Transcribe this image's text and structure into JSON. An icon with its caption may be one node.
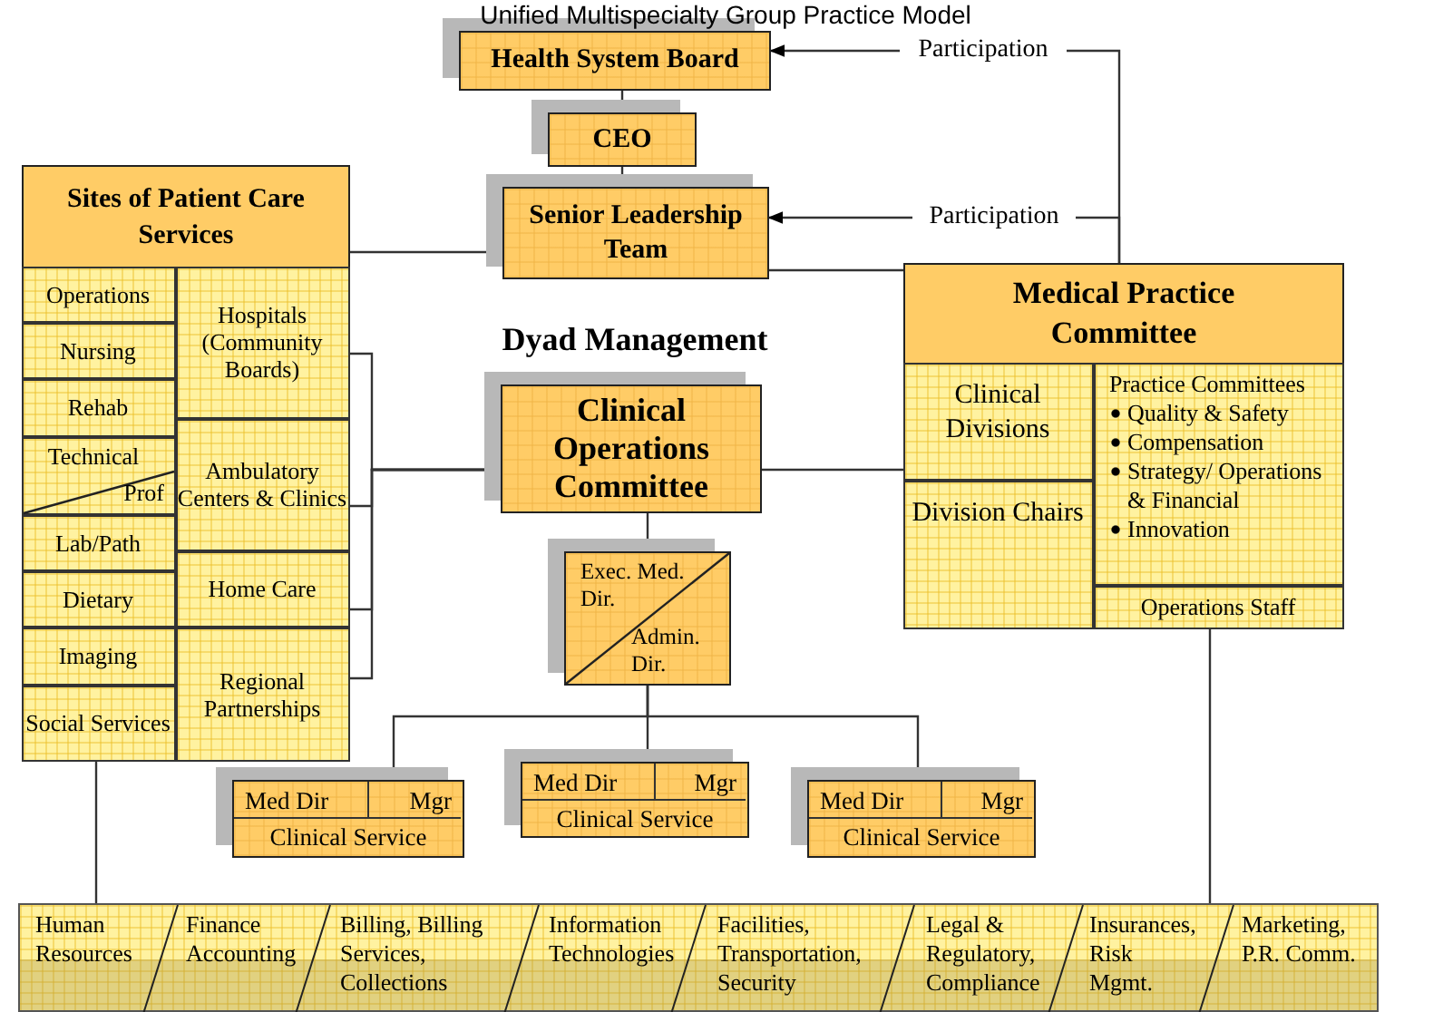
{
  "diagram": {
    "title": "Unified Multispecialty Group Practice Model",
    "nodes": [
      {
        "text": [
          "Health System Board"
        ]
      },
      {
        "text": [
          "CEO"
        ]
      },
      {
        "text": [
          "Senior Leadership Team"
        ]
      },
      {
        "text": [
          "Participation"
        ]
      },
      {
        "text": [
          "Participation"
        ]
      },
      {
        "text": [
          "Sites of Patient Care Services"
        ]
      },
      {
        "text": [
          "Operations"
        ],
        "in": 5
      },
      {
        "text": [
          "Nursing"
        ],
        "in": 5
      },
      {
        "text": [
          "Rehab"
        ],
        "in": 5
      },
      {
        "text": [
          "Technical",
          "Prof"
        ],
        "in": 5
      },
      {
        "text": [
          "Lab/Path"
        ],
        "in": 5
      },
      {
        "text": [
          "Dietary"
        ],
        "in": 5
      },
      {
        "text": [
          "Imaging"
        ],
        "in": 5
      },
      {
        "text": [
          "Social Services"
        ],
        "in": 5
      },
      {
        "text": [
          "Hospitals (Community Boards)"
        ],
        "in": 5
      },
      {
        "text": [
          "Ambulatory Centers & Clinics"
        ],
        "in": 5
      },
      {
        "text": [
          "Home Care"
        ],
        "in": 5
      },
      {
        "text": [
          "Regional Partnerships"
        ],
        "in": 5
      },
      {
        "text": [
          "Clinical Operations Committee"
        ]
      },
      {
        "text": [
          "Exec. Med. Dir.",
          "Admin. Dir."
        ]
      },
      {
        "text": [
          "Medical Practice Committee"
        ]
      },
      {
        "text": [
          "Clinical Divisions"
        ],
        "in": 20
      },
      {
        "text": [
          "Division Chairs"
        ],
        "in": 20
      },
      {
        "text": [
          "Practice Committees",
          "Quality & Safety",
          "Compensation",
          "Strategy/ Operations & Financial",
          "Innovation"
        ],
        "in": 20
      },
      {
        "text": [
          "Operations Staff"
        ],
        "in": 20
      },
      {
        "text": [
          "Med Dir",
          "Mgr",
          "Clinical Service"
        ]
      },
      {
        "text": [
          "Med Dir",
          "Mgr",
          "Clinical Service"
        ]
      },
      {
        "text": [
          "Med Dir",
          "Mgr",
          "Clinical Service"
        ]
      },
      {
        "text": [],
        "shape": "bar"
      },
      {
        "text": [
          "Human Resources"
        ],
        "in": 28
      },
      {
        "text": [
          "Finance Accounting"
        ],
        "in": 28
      },
      {
        "text": [
          "Billing, Billing Services, Collections"
        ],
        "in": 28
      },
      {
        "text": [
          "Information Technologies"
        ],
        "in": 28
      },
      {
        "text": [
          "Facilities, Transportation, Security"
        ],
        "in": 28
      },
      {
        "text": [
          "Legal & Regulatory, Compliance"
        ],
        "in": 28
      },
      {
        "text": [
          "Insurances, Risk Mgmt."
        ],
        "in": 28
      },
      {
        "text": [
          "Marketing, P.R. Comm."
        ],
        "in": 28
      }
    ],
    "edges": [
      {
        "from": 0,
        "to": 1,
        "arrow": "none"
      },
      {
        "from": 1,
        "to": 2,
        "arrow": "none"
      },
      {
        "from": 3,
        "to": 0,
        "arrow": "to"
      },
      {
        "from": 4,
        "to": 2,
        "arrow": "to"
      },
      {
        "from": 20,
        "to": 3,
        "arrow": "none"
      },
      {
        "from": 20,
        "to": 4,
        "arrow": "none"
      },
      {
        "from": 5,
        "to": 2,
        "arrow": "none"
      },
      {
        "from": 2,
        "to": 20,
        "arrow": "none"
      },
      {
        "from": 14,
        "to": 18,
        "arrow": "none"
      },
      {
        "from": 15,
        "to": 18,
        "arrow": "none"
      },
      {
        "from": 16,
        "to": 18,
        "arrow": "none"
      },
      {
        "from": 17,
        "to": 18,
        "arrow": "none"
      },
      {
        "from": 18,
        "to": 20,
        "arrow": "none"
      },
      {
        "from": 18,
        "to": 19,
        "arrow": "none"
      },
      {
        "from": 19,
        "to": 25,
        "arrow": "none"
      },
      {
        "from": 19,
        "to": 26,
        "arrow": "none"
      },
      {
        "from": 19,
        "to": 27,
        "arrow": "none"
      },
      {
        "from": 5,
        "to": 28,
        "arrow": "none"
      },
      {
        "from": 24,
        "to": 28,
        "arrow": "none"
      }
    ],
    "labels": [
      "Dyad Management"
    ]
  }
}
